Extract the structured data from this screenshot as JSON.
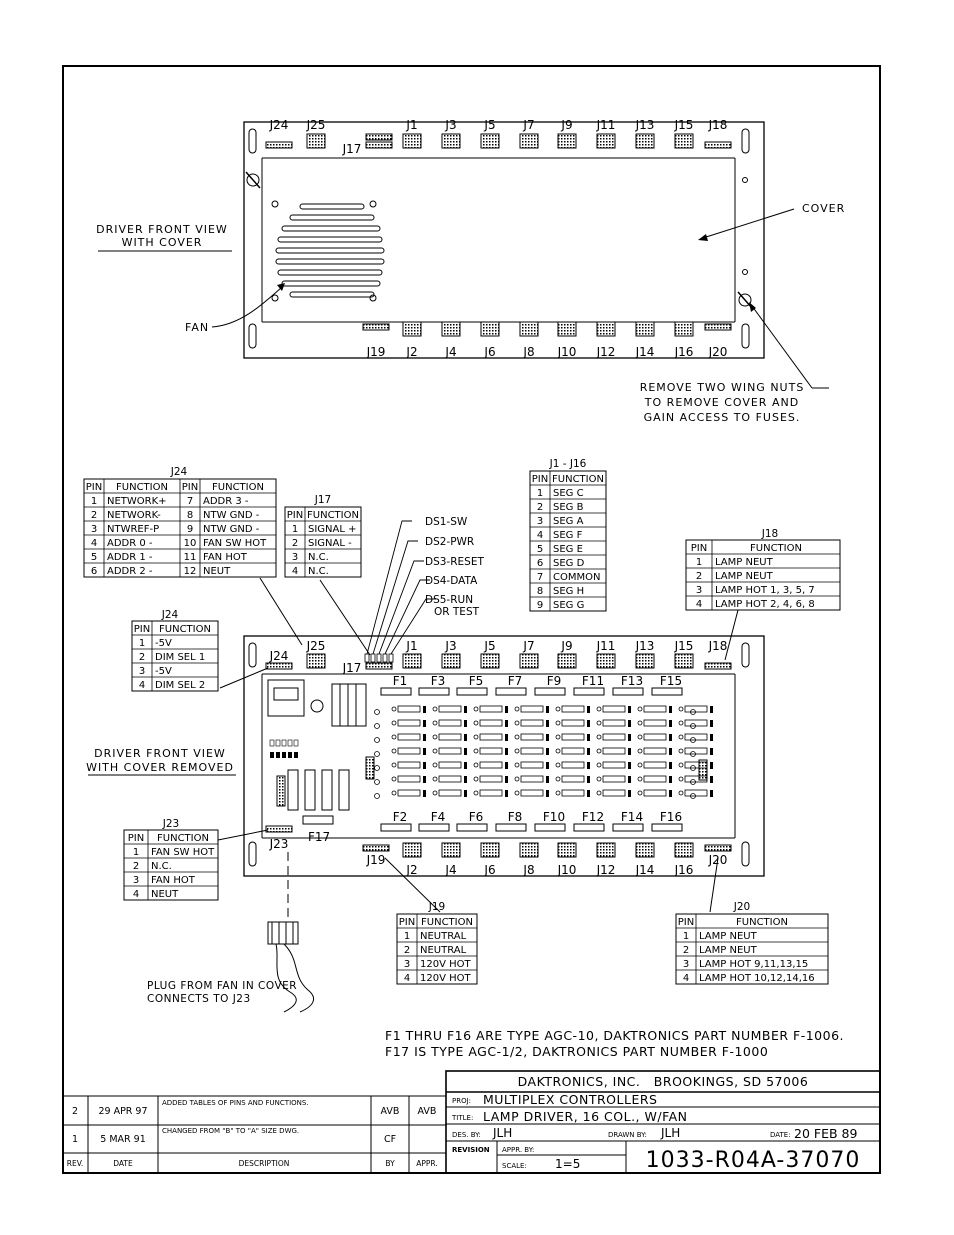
{
  "top_view": {
    "label_line1": "DRIVER FRONT VIEW",
    "label_line2": "WITH COVER",
    "connectors_top": [
      "J24",
      "J25",
      "J17",
      "J1",
      "J3",
      "J5",
      "J7",
      "J9",
      "J11",
      "J13",
      "J15",
      "J18"
    ],
    "connectors_bottom": [
      "J19",
      "J2",
      "J4",
      "J6",
      "J8",
      "J10",
      "J12",
      "J14",
      "J16",
      "J20"
    ],
    "fan_label": "FAN",
    "cover_label": "COVER",
    "note_line1": "REMOVE TWO WING NUTS",
    "note_line2": "TO REMOVE COVER AND",
    "note_line3": "GAIN ACCESS TO FUSES."
  },
  "bottom_view": {
    "label_line1": "DRIVER FRONT VIEW",
    "label_line2": "WITH COVER REMOVED",
    "connectors_top": [
      "J24",
      "J25",
      "J17",
      "J1",
      "J3",
      "J5",
      "J7",
      "J9",
      "J11",
      "J13",
      "J15",
      "J18"
    ],
    "connectors_bottom": [
      "J23",
      "J19",
      "J2",
      "J4",
      "J6",
      "J8",
      "J10",
      "J12",
      "J14",
      "J16",
      "J20"
    ],
    "fuses_top": [
      "F1",
      "F3",
      "F5",
      "F7",
      "F9",
      "F11",
      "F13",
      "F15"
    ],
    "fuses_bottom": [
      "F2",
      "F4",
      "F6",
      "F8",
      "F10",
      "F12",
      "F14",
      "F16"
    ],
    "fuse17": "F17",
    "leds": [
      "DS1-SW",
      "DS2-PWR",
      "DS3-RESET",
      "DS4-DATA",
      "DS5-RUN",
      "OR TEST"
    ],
    "plug_line1": "PLUG FROM FAN IN COVER",
    "plug_line2": "CONNECTS TO J23"
  },
  "tables": {
    "j24a": {
      "title": "J24",
      "headers": [
        "PIN",
        "FUNCTION",
        "PIN",
        "FUNCTION"
      ],
      "rows": [
        [
          "1",
          "NETWORK+",
          "7",
          "ADDR 3 -"
        ],
        [
          "2",
          "NETWORK-",
          "8",
          "NTW GND -"
        ],
        [
          "3",
          "NTWREF-P",
          "9",
          "NTW GND -"
        ],
        [
          "4",
          "ADDR 0 -",
          "10",
          "FAN SW HOT"
        ],
        [
          "5",
          "ADDR 1 -",
          "11",
          "FAN HOT"
        ],
        [
          "6",
          "ADDR 2 -",
          "12",
          "NEUT"
        ]
      ]
    },
    "j17": {
      "title": "J17",
      "headers": [
        "PIN",
        "FUNCTION"
      ],
      "rows": [
        [
          "1",
          "SIGNAL +"
        ],
        [
          "2",
          "SIGNAL -"
        ],
        [
          "3",
          "N.C."
        ],
        [
          "4",
          "N.C."
        ]
      ]
    },
    "j1_16": {
      "title": "J1 - J16",
      "headers": [
        "PIN",
        "FUNCTION"
      ],
      "rows": [
        [
          "1",
          "SEG C"
        ],
        [
          "2",
          "SEG B"
        ],
        [
          "3",
          "SEG A"
        ],
        [
          "4",
          "SEG F"
        ],
        [
          "5",
          "SEG E"
        ],
        [
          "6",
          "SEG D"
        ],
        [
          "7",
          "COMMON"
        ],
        [
          "8",
          "SEG H"
        ],
        [
          "9",
          "SEG G"
        ]
      ]
    },
    "j18": {
      "title": "J18",
      "headers": [
        "PIN",
        "FUNCTION"
      ],
      "rows": [
        [
          "1",
          "LAMP NEUT"
        ],
        [
          "2",
          "LAMP NEUT"
        ],
        [
          "3",
          "LAMP HOT 1, 3, 5, 7"
        ],
        [
          "4",
          "LAMP HOT 2, 4, 6, 8"
        ]
      ]
    },
    "j24b": {
      "title": "J24",
      "headers": [
        "PIN",
        "FUNCTION"
      ],
      "rows": [
        [
          "1",
          "-5V"
        ],
        [
          "2",
          "DIM SEL 1"
        ],
        [
          "3",
          "-5V"
        ],
        [
          "4",
          "DIM SEL 2"
        ]
      ]
    },
    "j23": {
      "title": "J23",
      "headers": [
        "PIN",
        "FUNCTION"
      ],
      "rows": [
        [
          "1",
          "FAN SW HOT"
        ],
        [
          "2",
          "N.C."
        ],
        [
          "3",
          "FAN HOT"
        ],
        [
          "4",
          "NEUT"
        ]
      ]
    },
    "j19": {
      "title": "J19",
      "headers": [
        "PIN",
        "FUNCTION"
      ],
      "rows": [
        [
          "1",
          "NEUTRAL"
        ],
        [
          "2",
          "NEUTRAL"
        ],
        [
          "3",
          "120V HOT"
        ],
        [
          "4",
          "120V HOT"
        ]
      ]
    },
    "j20": {
      "title": "J20",
      "headers": [
        "PIN",
        "FUNCTION"
      ],
      "rows": [
        [
          "1",
          "LAMP NEUT"
        ],
        [
          "2",
          "LAMP NEUT"
        ],
        [
          "3",
          "LAMP HOT 9,11,13,15"
        ],
        [
          "4",
          "LAMP HOT 10,12,14,16"
        ]
      ]
    }
  },
  "notes": {
    "fuse_note1": "F1 THRU F16 ARE TYPE AGC-10, DAKTRONICS PART NUMBER F-1006.",
    "fuse_note2": "F17 IS TYPE AGC-1/2, DAKTRONICS PART NUMBER F-1000"
  },
  "title_block": {
    "company": "DAKTRONICS, INC.   BROOKINGS, SD 57006",
    "proj_label": "PROJ:",
    "proj": "MULTIPLEX CONTROLLERS",
    "title_label": "TITLE:",
    "title": "LAMP DRIVER, 16 COL., W/FAN",
    "des_label": "DES. BY:",
    "des": "JLH",
    "drawn_label": "DRAWN BY:",
    "drawn": "JLH",
    "date_label": "DATE:",
    "date": "20 FEB 89",
    "revision_label": "REVISION",
    "appr_label": "APPR. BY:",
    "scale_label": "SCALE:",
    "scale": "1=5",
    "drawing_number": "1033-R04A-37070"
  },
  "revisions": {
    "headers": [
      "REV.",
      "DATE",
      "DESCRIPTION",
      "BY",
      "APPR."
    ],
    "rows": [
      {
        "rev": "2",
        "date": "29 APR 97",
        "desc": "ADDED TABLES OF PINS AND FUNCTIONS.",
        "by": "AVB",
        "appr": "AVB"
      },
      {
        "rev": "1",
        "date": "5 MAR 91",
        "desc": "CHANGED FROM \"B\" TO \"A\" SIZE DWG.",
        "by": "CF",
        "appr": ""
      }
    ]
  }
}
